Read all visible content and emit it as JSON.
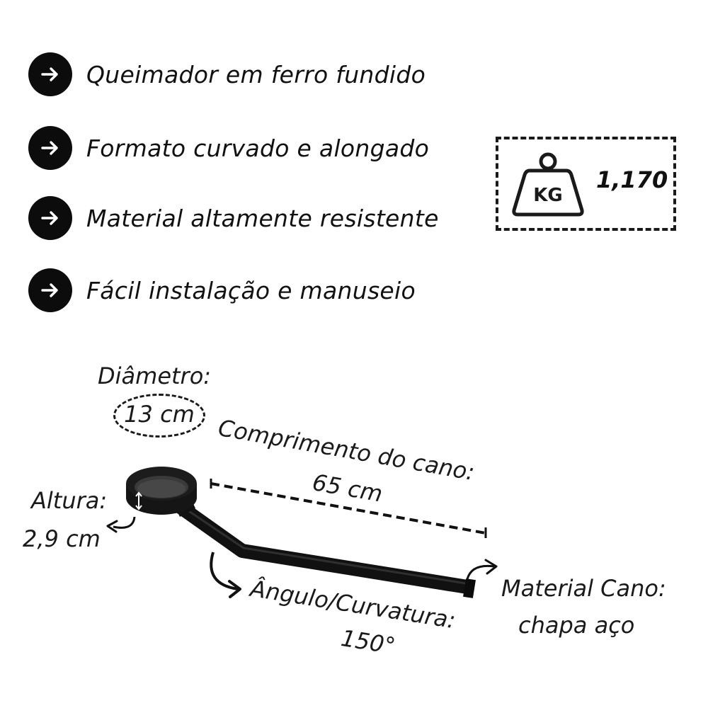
{
  "features": [
    {
      "text": "Queimador em ferro fundido",
      "icon": "arrow-right-icon"
    },
    {
      "text": "Formato curvado e alongado",
      "icon": "arrow-right-icon"
    },
    {
      "text": "Material altamente resistente",
      "icon": "arrow-right-icon"
    },
    {
      "text": "Fácil instalação e manuseio",
      "icon": "arrow-right-icon"
    }
  ],
  "weight": {
    "unit_icon_text": "KG",
    "value": "1,170",
    "icon": "weight-kg-icon"
  },
  "dimensions": {
    "diameter_label": "Diâmetro:",
    "diameter_value": "13 cm",
    "length_label": "Comprimento do cano:",
    "length_value": "65 cm",
    "height_label": "Altura:",
    "height_value": "2,9 cm",
    "angle_label": "Ângulo/Curvatura:",
    "angle_value": "150°",
    "material_label": "Material Cano:",
    "material_value": "chapa aço"
  },
  "colors": {
    "icon_fill": "#0c0c0c",
    "text": "#1a1a1a",
    "background": "#ffffff"
  }
}
